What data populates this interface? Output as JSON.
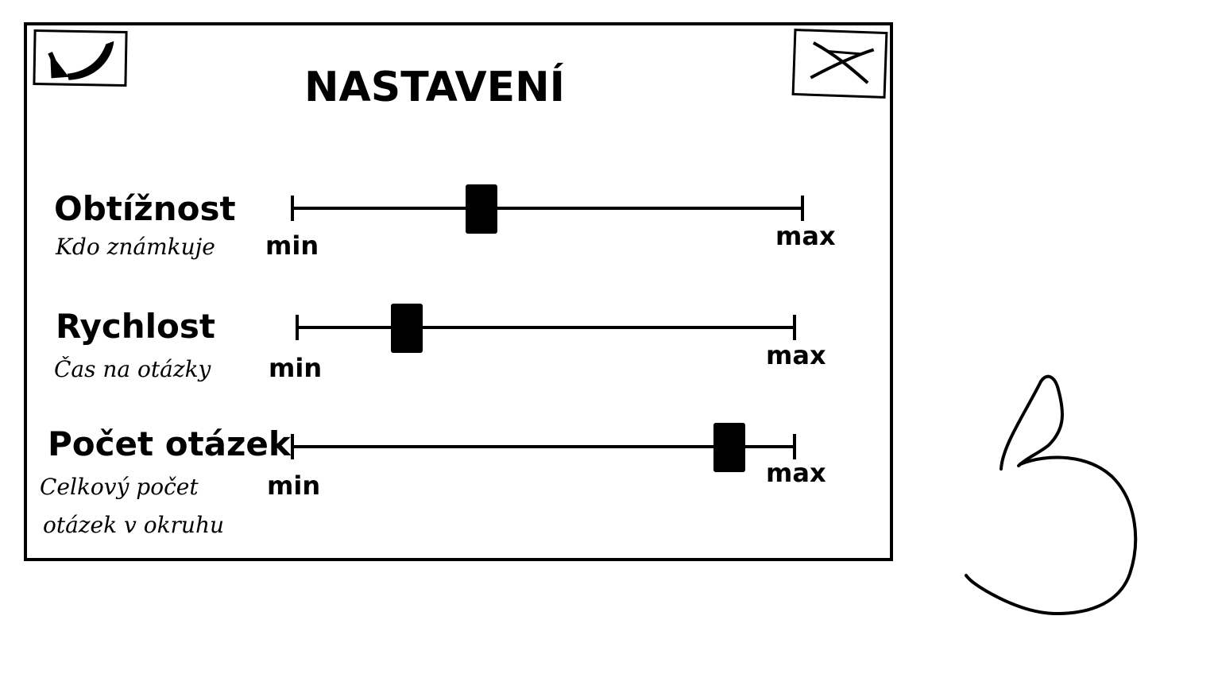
{
  "window": {
    "title": "NASTAVENÍ",
    "back_icon": "back-arrow-icon",
    "close_icon": "close-x-icon"
  },
  "settings": [
    {
      "label": "Obtížnost",
      "description": "Kdo známkuje",
      "description_line2": "",
      "min_label": "min",
      "max_label": "max",
      "value_fraction": 0.37
    },
    {
      "label": "Rychlost",
      "description": "Čas na otázky",
      "description_line2": "",
      "min_label": "min",
      "max_label": "max",
      "value_fraction": 0.22
    },
    {
      "label": "Počet otázek",
      "description": "Celkový počet",
      "description_line2": "otázek v okruhu",
      "min_label": "min",
      "max_label": "max",
      "value_fraction": 0.87
    }
  ],
  "colors": {
    "ink": "#000000",
    "background": "#ffffff"
  }
}
